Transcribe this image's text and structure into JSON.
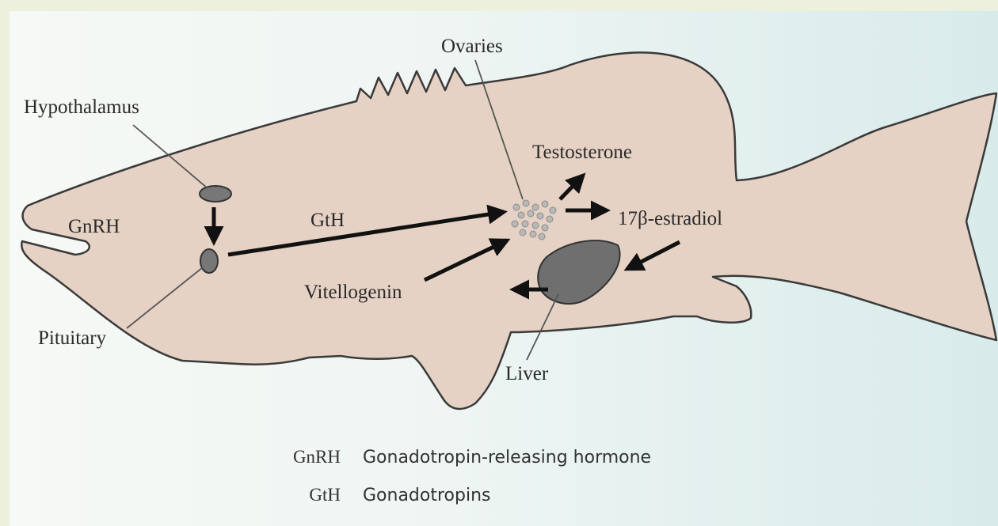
{
  "labels": {
    "ovaries": "Ovaries",
    "hypothalamus": "Hypothalamus",
    "testosterone": "Testosterone",
    "gnrh": "GnRH",
    "gth": "GtH",
    "estradiol": "17β-estradiol",
    "vitellogenin": "Vitellogenin",
    "pituitary": "Pituitary",
    "liver": "Liver"
  },
  "legend": [
    {
      "abbr": "GnRH",
      "meaning": "Gonadotropin-releasing hormone"
    },
    {
      "abbr": "GtH",
      "meaning": "Gonadotropins"
    }
  ],
  "colors": {
    "fish_body": "#e6d2c4",
    "organ": "#777777",
    "outline": "#3a3a3a",
    "arrow": "#111111"
  }
}
